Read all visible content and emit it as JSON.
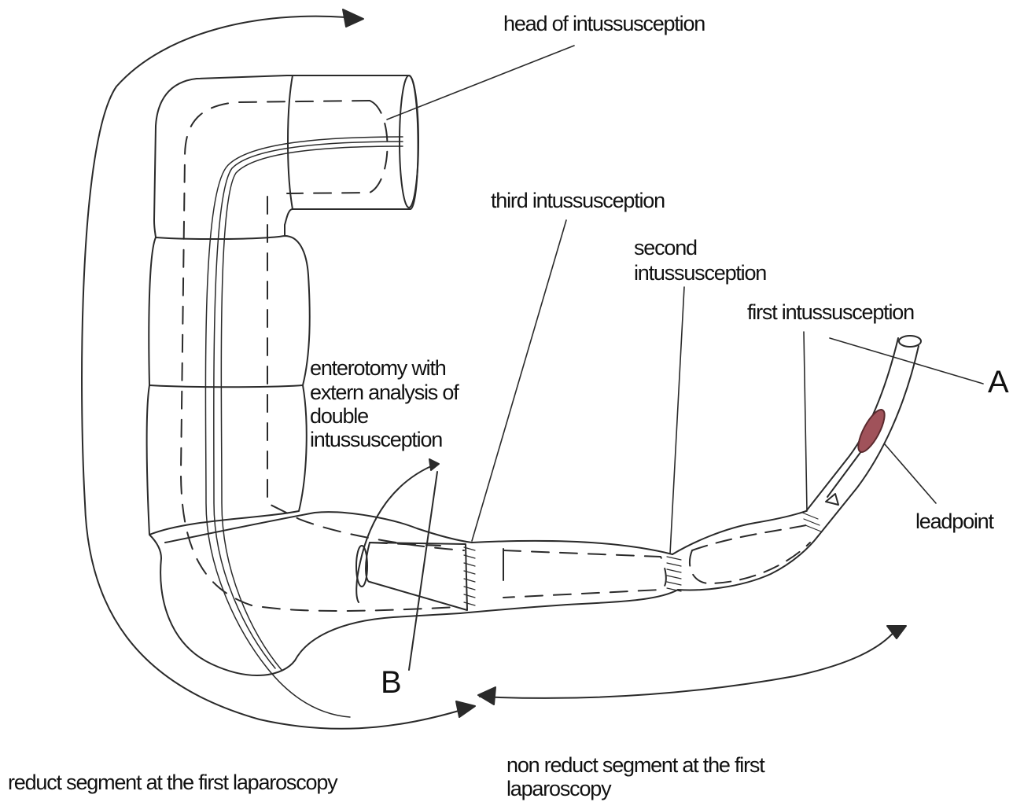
{
  "labels": {
    "head": "head of intussusception",
    "third": "third intussusception",
    "second": [
      "second",
      "intussusception"
    ],
    "first": "first intussusception",
    "enterotomy": [
      "enterotomy with",
      "extern analysis of",
      "double",
      "intussusception"
    ],
    "leadpoint": "leadpoint",
    "reduct": "reduct segment at the first  laparoscopy",
    "non_reduct": [
      "non reduct segment at the first",
      "laparoscopy"
    ],
    "letter_a": "A",
    "letter_b": "B"
  },
  "colors": {
    "ink": "#2a2a2a",
    "leadpoint_fill": "#a0525a"
  }
}
